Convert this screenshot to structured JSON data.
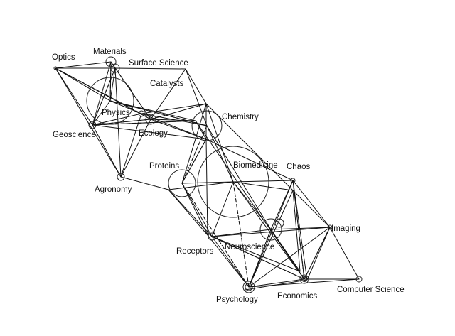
{
  "colors": {
    "background": "#ffffff",
    "line": "#111111",
    "circle": "#222222",
    "text": "#111111"
  },
  "nodes": [
    {
      "id": "optics",
      "label": "Optics"
    },
    {
      "id": "materials",
      "label": "Materials"
    },
    {
      "id": "surface-science",
      "label": "Surface Science"
    },
    {
      "id": "catalysts",
      "label": "Catalysts"
    },
    {
      "id": "physics",
      "label": "Physics"
    },
    {
      "id": "chemistry",
      "label": "Chemistry"
    },
    {
      "id": "geoscience",
      "label": "Geoscience"
    },
    {
      "id": "ecology",
      "label": "Ecology"
    },
    {
      "id": "proteins",
      "label": "Proteins"
    },
    {
      "id": "biomedicine",
      "label": "Biomedicine"
    },
    {
      "id": "chaos",
      "label": "Chaos"
    },
    {
      "id": "agronomy",
      "label": "Agronomy"
    },
    {
      "id": "imaging",
      "label": "Imaging"
    },
    {
      "id": "receptors",
      "label": "Receptors"
    },
    {
      "id": "neuroscience",
      "label": "Neuroscience"
    },
    {
      "id": "computer-science",
      "label": "Computer Science"
    },
    {
      "id": "psychology",
      "label": "Psychology"
    },
    {
      "id": "economics",
      "label": "Economics"
    }
  ]
}
